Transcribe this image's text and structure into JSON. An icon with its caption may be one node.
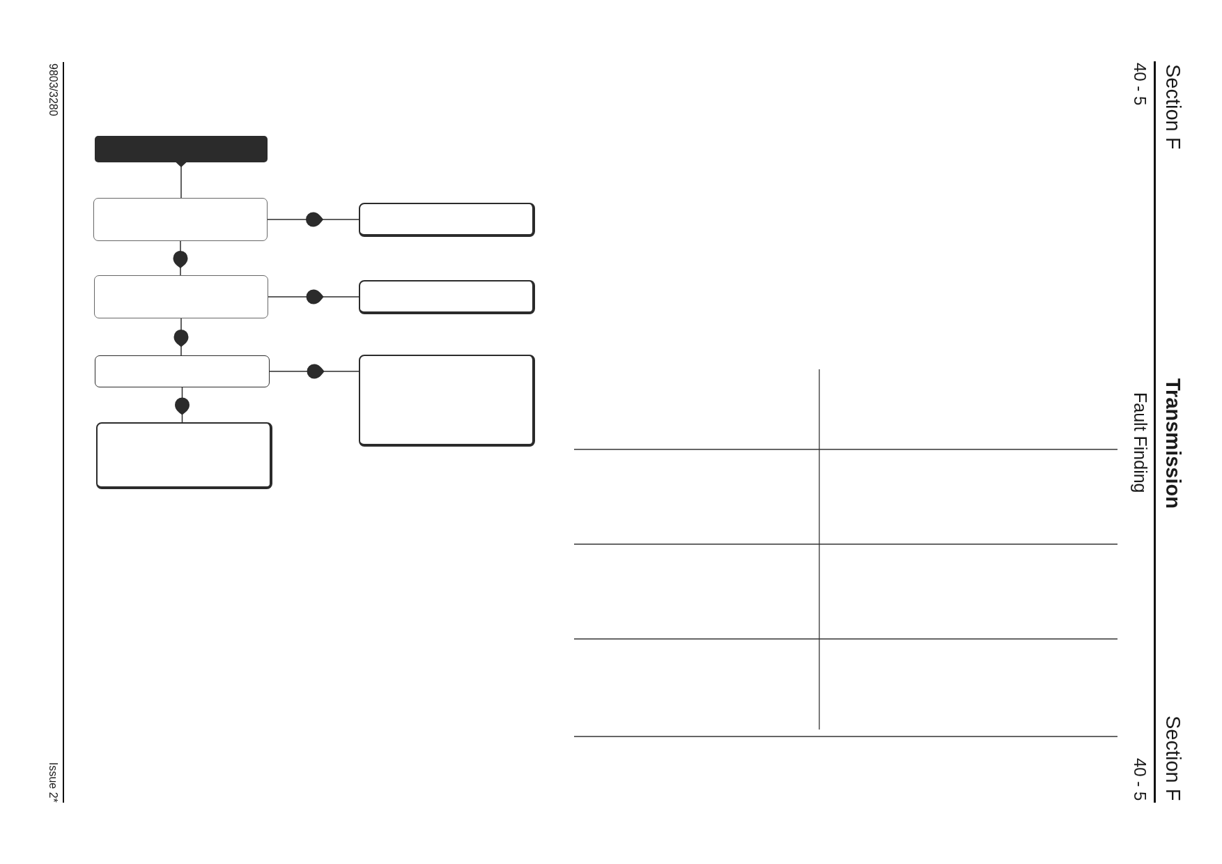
{
  "diagram": {
    "title": "Transmission",
    "nodes": [
      {
        "text": [],
        "shape": "box"
      },
      {
        "text": [],
        "shape": "box"
      },
      {
        "text": [],
        "shape": "box"
      },
      {
        "text": [],
        "shape": "box"
      },
      {
        "text": [],
        "shape": "box"
      },
      {
        "text": [],
        "shape": "box"
      },
      {
        "text": [],
        "shape": "box"
      },
      {
        "text": [],
        "shape": "box"
      }
    ],
    "edges": [
      {
        "from": 0,
        "to": 1,
        "arrow": "to"
      },
      {
        "from": 1,
        "to": 2,
        "arrow": "to"
      },
      {
        "from": 1,
        "to": 3,
        "arrow": "to"
      },
      {
        "from": 3,
        "to": 4,
        "arrow": "to"
      },
      {
        "from": 3,
        "to": 5,
        "arrow": "to"
      },
      {
        "from": 5,
        "to": 6,
        "arrow": "to"
      },
      {
        "from": 5,
        "to": 7,
        "arrow": "to"
      }
    ],
    "labels": [
      "Section F",
      "40 - 5",
      "Fault Finding",
      "Section F",
      "40 - 5",
      "9803/3280",
      "Issue 2*"
    ]
  }
}
